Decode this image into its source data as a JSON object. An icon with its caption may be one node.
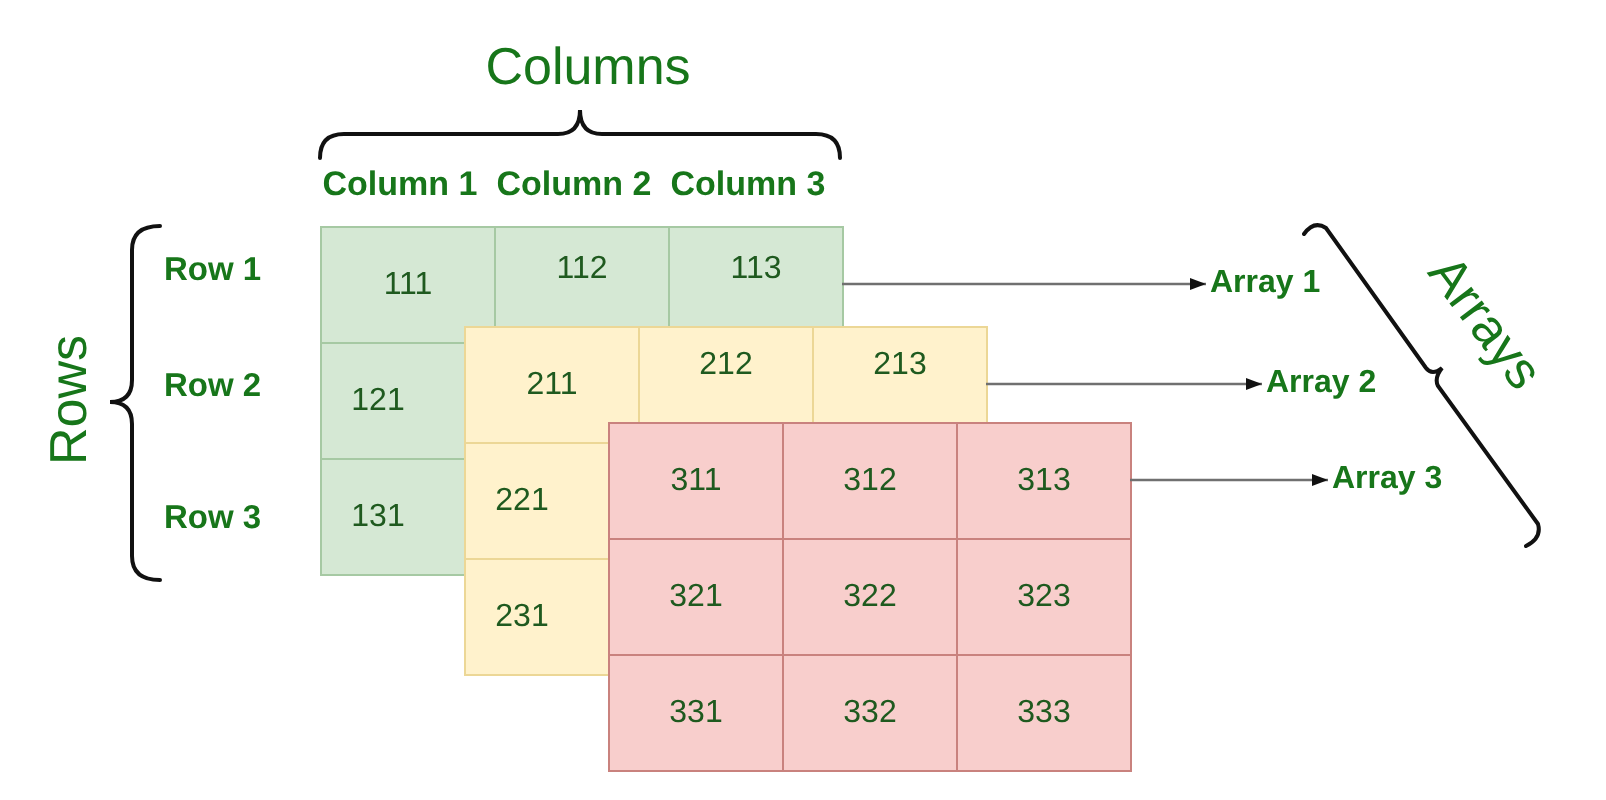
{
  "diagram": {
    "nodes": [
      {
        "text": [
          "111"
        ]
      },
      {
        "text": [
          "112"
        ]
      },
      {
        "text": [
          "113"
        ]
      },
      {
        "text": [
          "121"
        ]
      },
      {
        "text": [
          "131"
        ]
      },
      {
        "text": [
          "211"
        ]
      },
      {
        "text": [
          "212"
        ]
      },
      {
        "text": [
          "213"
        ]
      },
      {
        "text": [
          "221"
        ]
      },
      {
        "text": [
          "231"
        ]
      },
      {
        "text": [
          "311"
        ]
      },
      {
        "text": [
          "312"
        ]
      },
      {
        "text": [
          "313"
        ]
      },
      {
        "text": [
          "321"
        ]
      },
      {
        "text": [
          "322"
        ]
      },
      {
        "text": [
          "323"
        ]
      },
      {
        "text": [
          "331"
        ]
      },
      {
        "text": [
          "332"
        ]
      },
      {
        "text": [
          "333"
        ]
      },
      {
        "text": [
          "Array 1"
        ]
      },
      {
        "text": [
          "Array 2"
        ]
      },
      {
        "text": [
          "Array 3"
        ]
      }
    ],
    "edges": [
      {
        "from": 2,
        "to": 19,
        "arrow": "to"
      },
      {
        "from": 7,
        "to": 20,
        "arrow": "to"
      },
      {
        "from": 12,
        "to": 21,
        "arrow": "to"
      }
    ],
    "labels": [
      "Columns",
      "Column 1",
      "Column 2",
      "Column 3",
      "Rows",
      "Row 1",
      "Row 2",
      "Row 3",
      "Arrays"
    ]
  }
}
